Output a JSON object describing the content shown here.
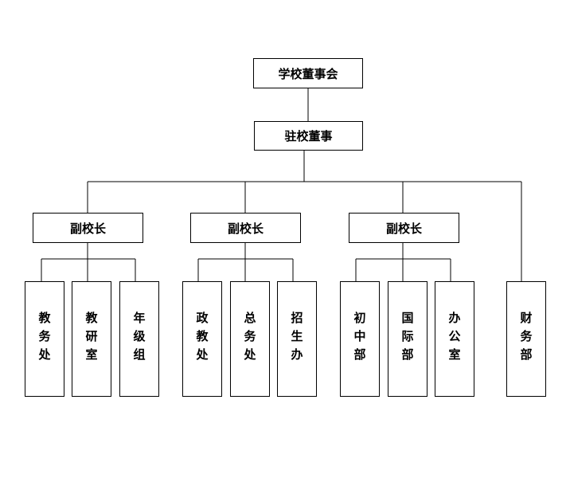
{
  "diagram": {
    "type": "org-chart",
    "root": {
      "id": "board",
      "label": "学校董事会"
    },
    "resident": {
      "id": "resident",
      "label": "驻校董事"
    },
    "vice_principals": [
      {
        "id": "vp1",
        "label": "副校长",
        "children": [
          {
            "id": "d1",
            "label": "教务处"
          },
          {
            "id": "d2",
            "label": "教研室"
          },
          {
            "id": "d3",
            "label": "年级组"
          }
        ]
      },
      {
        "id": "vp2",
        "label": "副校长",
        "children": [
          {
            "id": "d4",
            "label": "政教处"
          },
          {
            "id": "d5",
            "label": "总务处"
          },
          {
            "id": "d6",
            "label": "招生办"
          }
        ]
      },
      {
        "id": "vp3",
        "label": "副校长",
        "children": [
          {
            "id": "d7",
            "label": "初中部"
          },
          {
            "id": "d8",
            "label": "国际部"
          },
          {
            "id": "d9",
            "label": "办公室"
          }
        ]
      }
    ],
    "direct_departments": [
      {
        "id": "d10",
        "label": "财务部"
      }
    ],
    "edges": [
      [
        "board",
        "resident"
      ],
      [
        "resident",
        "vp1"
      ],
      [
        "resident",
        "vp2"
      ],
      [
        "resident",
        "vp3"
      ],
      [
        "resident",
        "d10"
      ],
      [
        "vp1",
        "d1"
      ],
      [
        "vp1",
        "d2"
      ],
      [
        "vp1",
        "d3"
      ],
      [
        "vp2",
        "d4"
      ],
      [
        "vp2",
        "d5"
      ],
      [
        "vp2",
        "d6"
      ],
      [
        "vp3",
        "d7"
      ],
      [
        "vp3",
        "d8"
      ],
      [
        "vp3",
        "d9"
      ]
    ]
  }
}
